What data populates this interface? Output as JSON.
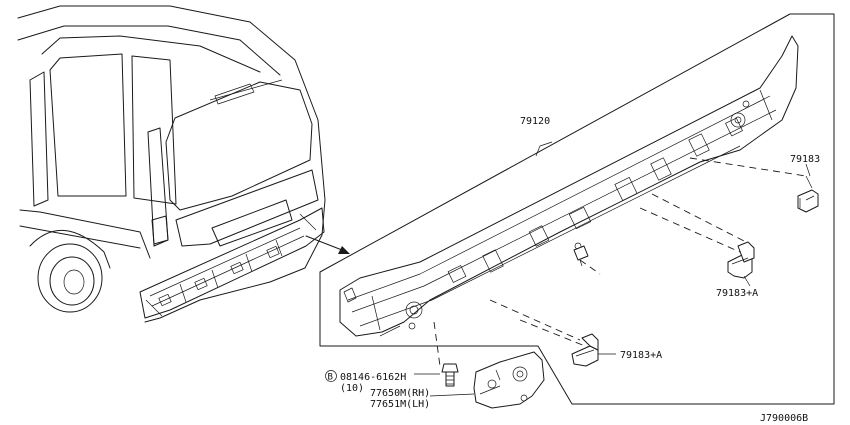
{
  "callouts": {
    "rear_member": "79120",
    "bracket_upper": "79183",
    "bracket_mid": "79183+A",
    "bracket_lower": "79183+A",
    "bolt_prefix": "B",
    "bolt_number": "08146-6162H",
    "bolt_qty": "(10)",
    "bracket_rh": "77650M(RH)",
    "bracket_lh": "77651M(LH)"
  },
  "diagram_code": "J790006B"
}
